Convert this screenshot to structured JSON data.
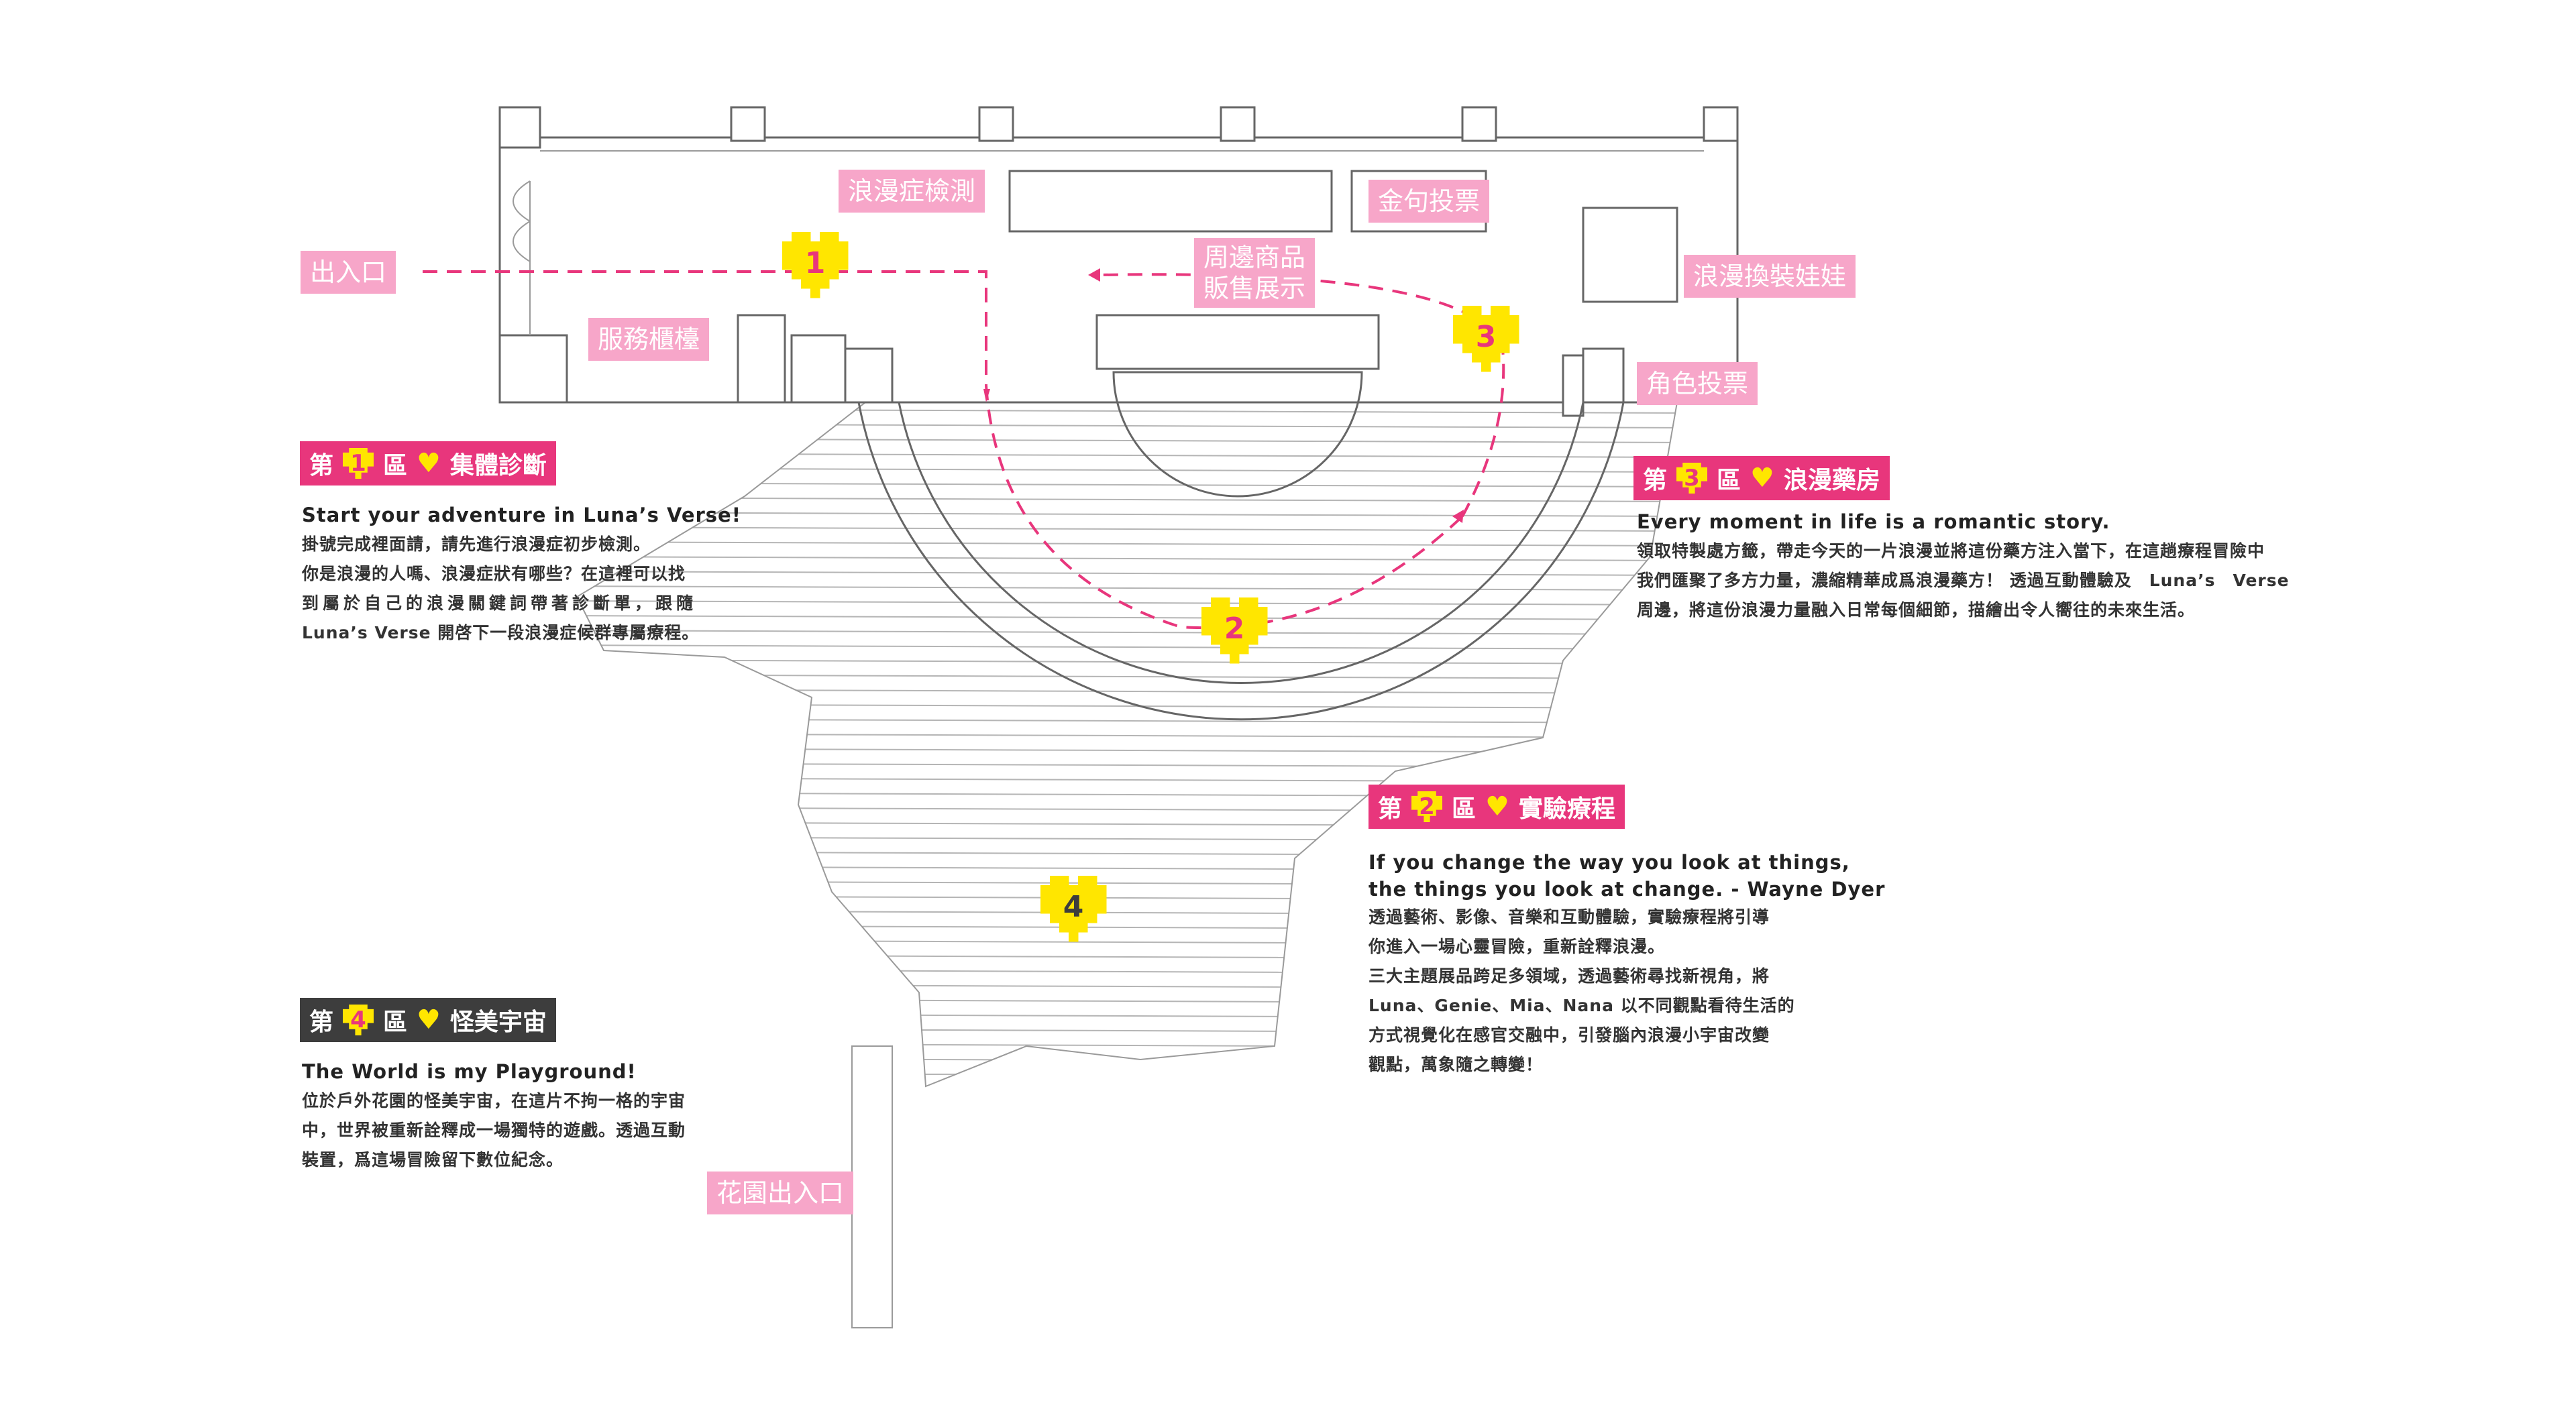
{
  "labels": {
    "entrance": "出入口",
    "detector": "浪漫症檢測",
    "quote_vote": "金句投票",
    "merch_line1": "周邊商品",
    "merch_line2": "販售展示",
    "doll": "浪漫換裝娃娃",
    "service": "服務櫃檯",
    "role_vote": "角色投票",
    "garden_exit": "花園出入口"
  },
  "markers": [
    "1",
    "2",
    "3",
    "4"
  ],
  "zones": {
    "zone1": {
      "prefix": "第",
      "number": "1",
      "mid": "區",
      "name": "集體診斷",
      "lead": "Start your adventure in Luna’s Verse!",
      "lines": [
        "掛號完成裡面請，請先進行浪漫症初步檢測。",
        "你是浪漫的人嗎、浪漫症狀有哪些？在這裡可以找",
        "到屬於自己的浪漫關鍵詞帶著診斷單，跟隨",
        "Luna’s Verse 開啓下一段浪漫症候群專屬療程。"
      ]
    },
    "zone2": {
      "prefix": "第",
      "number": "2",
      "mid": "區",
      "name": "實驗療程",
      "lead1": "If you change the way you look at things,",
      "lead2": "the things you look at change. - Wayne Dyer",
      "lines": [
        "透過藝術、影像、音樂和互動體驗，實驗療程將引導",
        "你進入一場心靈冒險，重新詮釋浪漫。",
        "三大主題展品跨足多領域，透過藝術尋找新視角，將",
        "Luna、Genie、Mia、Nana 以不同觀點看待生活的",
        "方式視覺化在感官交融中，引發腦內浪漫小宇宙改變",
        "觀點，萬象隨之轉變！"
      ]
    },
    "zone3": {
      "prefix": "第",
      "number": "3",
      "mid": "區",
      "name": "浪漫藥房",
      "lead": "Every moment in life is a romantic story.",
      "lines": [
        "領取特製處方籤，帶走今天的一片浪漫並將這份藥方注入當下，在這趟療程冒險中",
        "我們匯聚了多方力量，濃縮精華成爲浪漫藥方！ 透過互動體驗及　Luna’s　Verse",
        "周邊，將這份浪漫力量融入日常每個細節，描繪出令人嚮往的未來生活。"
      ]
    },
    "zone4": {
      "prefix": "第",
      "number": "4",
      "mid": "區",
      "name": "怪美宇宙",
      "lead": "The World is my Playground!",
      "lines": [
        "位於戶外花園的怪美宇宙，在這片不拘一格的宇宙",
        "中，世界被重新詮釋成一場獨特的遊戲。透過互動",
        "裝置，爲這場冒險留下數位紀念。"
      ]
    }
  },
  "colors": {
    "accent": "#e8367c",
    "tag": "#f7a6c9",
    "marker": "#ffe600",
    "dark": "#3d3d3d"
  },
  "icons": {
    "marker": "pixel-heart-icon",
    "heart": "heart-icon"
  }
}
